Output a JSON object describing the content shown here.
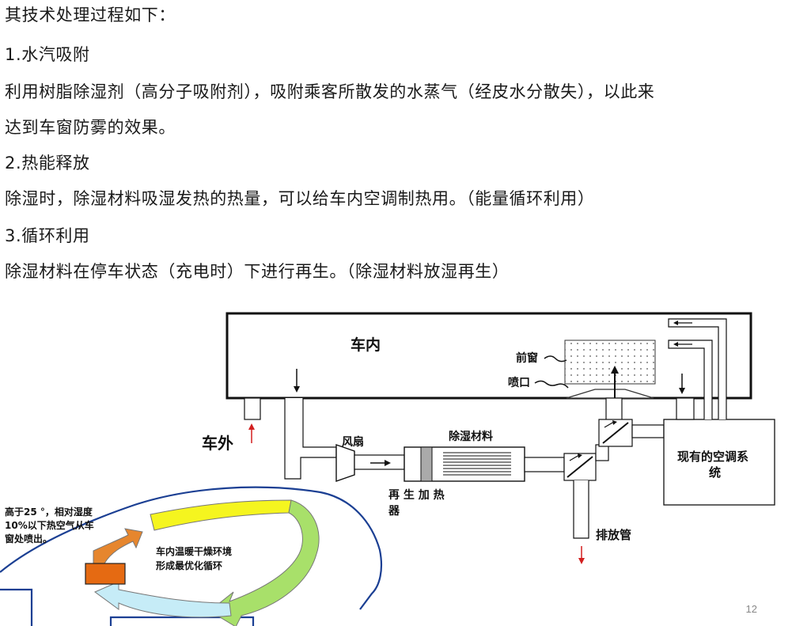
{
  "text": {
    "intro": "其技术处理过程如下：",
    "h1": "1.水汽吸附",
    "p1a": "利用树脂除湿剂（高分子吸附剂），吸附乘客所散发的水蒸气（经皮水分散失），以此来",
    "p1b": "达到车窗防雾的效果。",
    "h2": "2.热能释放",
    "p2": "除湿时，除湿材料吸湿发热的热量，可以给车内空调制热用。（能量循环利用）",
    "h3": "3.循环利用",
    "p3": "除湿材料在停车状态（充电时）下进行再生。（除湿材料放湿再生）"
  },
  "diagram": {
    "cabin": "车内",
    "front_window": "前窗",
    "nozzle": "喷口",
    "outside": "车外",
    "fan": "风扇",
    "desiccant": "除湿材料",
    "regen_heater_1": "再 生 加 热",
    "regen_heater_2": "器",
    "hvac_1": "现有的空调系",
    "hvac_2": "统",
    "exhaust": "排放管"
  },
  "car": {
    "note_1": "高于25 °，相对湿度",
    "note_2": "10%以下热空气从车",
    "note_3": "窗处喷出。",
    "loop_1": "车内温暖干燥环境",
    "loop_2": "形成最优化循环"
  },
  "page_number": "12",
  "colors": {
    "yellow": "#f5f51f",
    "green": "#a8e06a",
    "light_blue": "#c6ecf7",
    "orange": "#e6862e",
    "box_orange": "#e56a12",
    "blue_outline": "#1b3f93",
    "red_arrow": "#d21f1f"
  }
}
